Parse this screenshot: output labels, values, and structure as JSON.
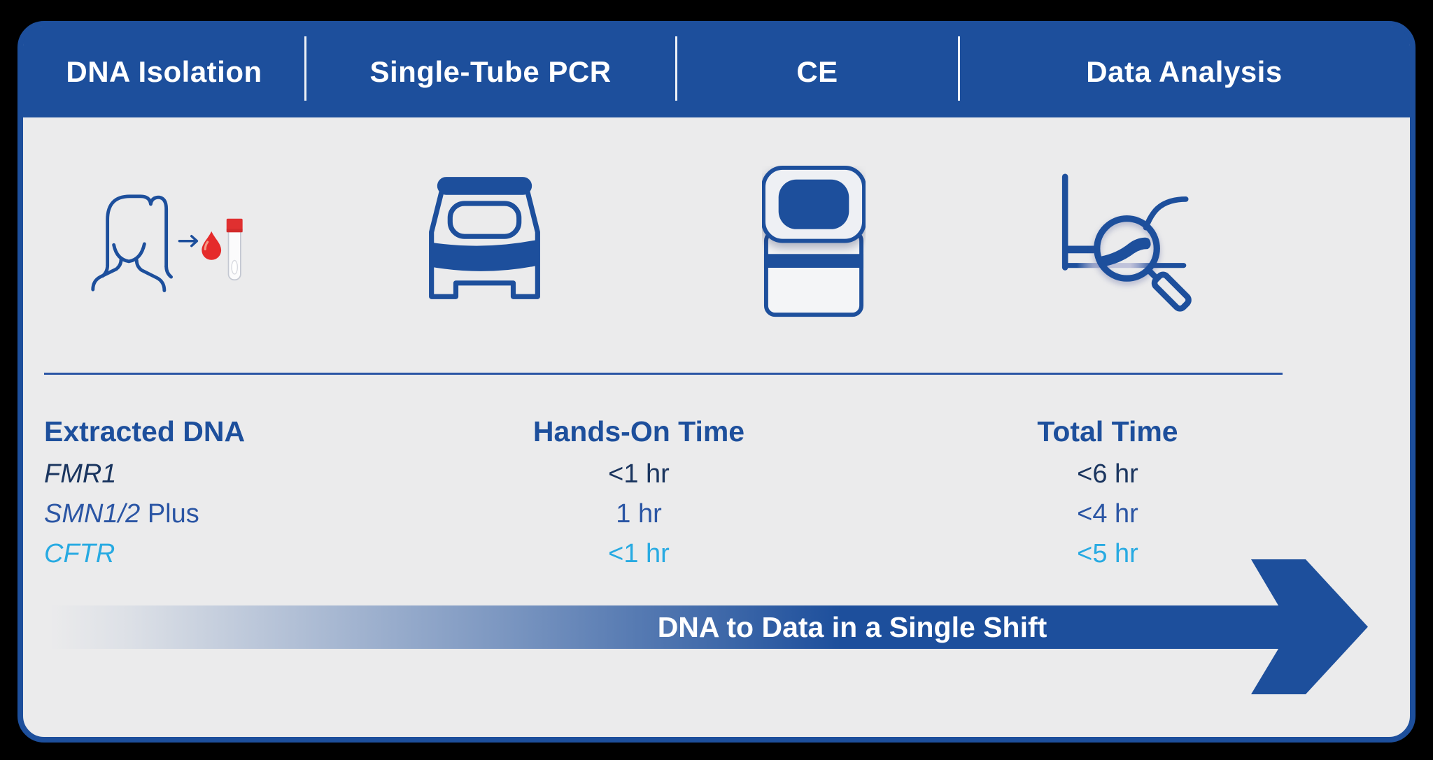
{
  "steps": [
    {
      "label": "DNA Isolation",
      "icon": "blood-draw-icon"
    },
    {
      "label": "Single-Tube PCR",
      "icon": "thermal-cycler-icon"
    },
    {
      "label": "CE",
      "icon": "ce-instrument-icon"
    },
    {
      "label": "Data Analysis",
      "icon": "data-analysis-icon"
    }
  ],
  "table": {
    "columns": [
      {
        "header": "Extracted DNA"
      },
      {
        "header": "Hands-On Time"
      },
      {
        "header": "Total Time"
      }
    ],
    "rows": [
      {
        "assay": "FMR1",
        "assay_suffix": "",
        "hands_on": "<1 hr",
        "total": "<6 hr",
        "color": "#1a355f"
      },
      {
        "assay": "SMN1/2",
        "assay_suffix": " Plus",
        "hands_on": "1 hr",
        "total": "<4 hr",
        "color": "#2a55a4"
      },
      {
        "assay": "CFTR",
        "assay_suffix": "",
        "hands_on": "<1 hr",
        "total": "<5 hr",
        "color": "#27aae2"
      }
    ]
  },
  "arrow": {
    "label": "DNA to Data in a Single Shift"
  },
  "colors": {
    "brand_blue": "#1d4f9c",
    "navy_text": "#1a355f",
    "medium_blue_text": "#2a55a4",
    "cyan_text": "#27aae2",
    "card_background": "#ebebec",
    "outer_background": "#000000",
    "blood_red": "#e52b2b",
    "header_text": "#ffffff"
  }
}
